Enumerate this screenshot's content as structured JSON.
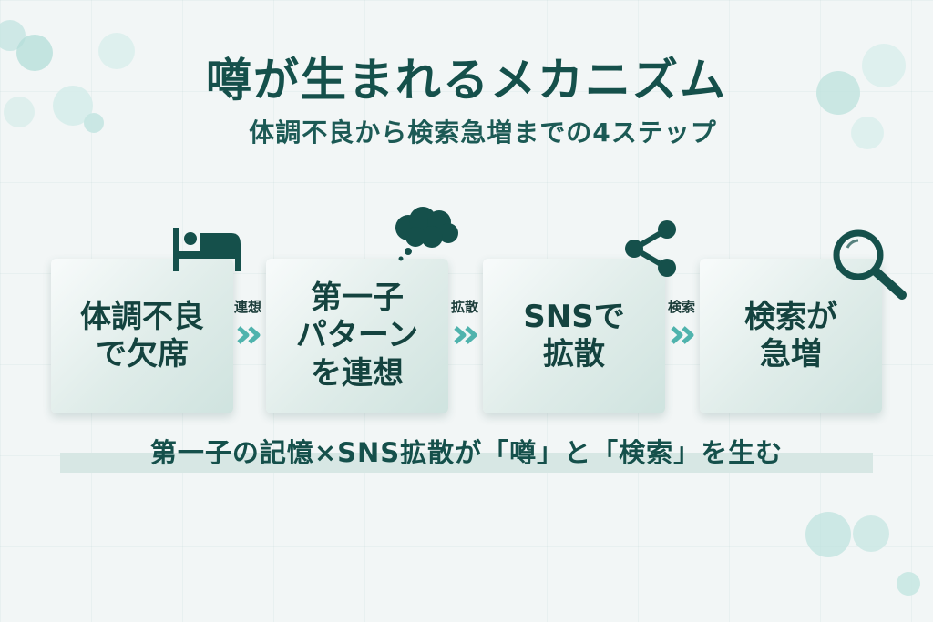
{
  "title": "噂が生まれるメカニズム",
  "subtitle": "体調不良から検索急増までの4ステップ",
  "steps": [
    {
      "label": "体調不良\nで欠席",
      "icon": "bed-icon"
    },
    {
      "label": "第一子\nパターン\nを連想",
      "icon": "thought-cloud-icon"
    },
    {
      "label": "SNSで\n拡散",
      "icon": "share-icon"
    },
    {
      "label": "検索が\n急増",
      "icon": "magnifier-icon"
    }
  ],
  "connectors": [
    {
      "label": "連想"
    },
    {
      "label": "拡散"
    },
    {
      "label": "検索"
    }
  ],
  "footer": "第一子の記憶×SNS拡散が「噂」と「検索」を生む",
  "colors": {
    "primary": "#15504b",
    "card_gradient_end": "#cfe3df",
    "arrow": "#4fb3ad",
    "bubble": "#bfe3df"
  }
}
